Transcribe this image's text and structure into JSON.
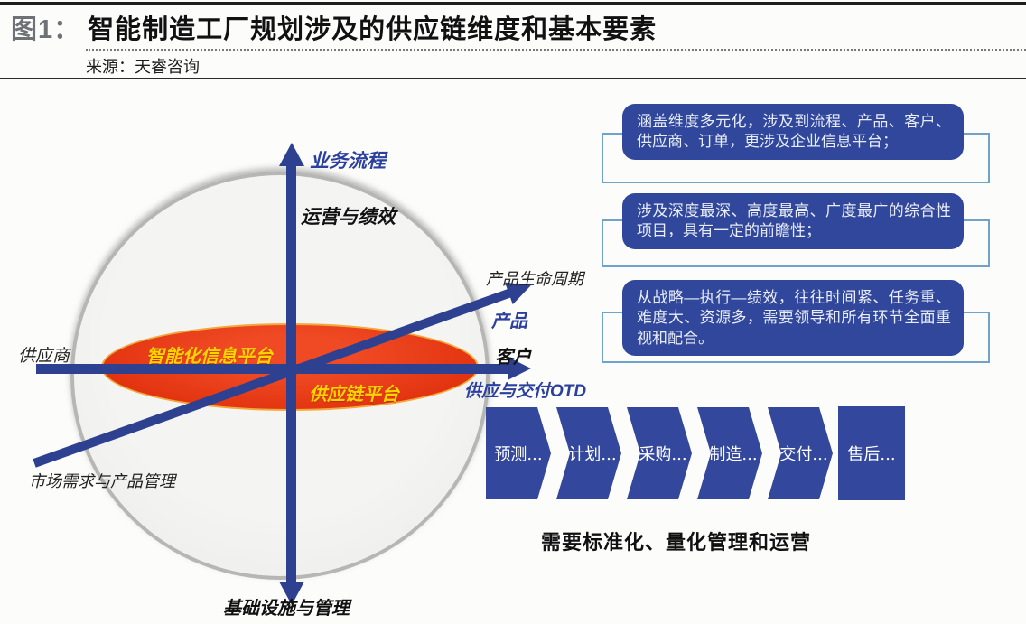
{
  "header": {
    "figure_label": "图1：",
    "title": "智能制造工厂规划涉及的供应链维度和基本要素",
    "source": "来源：天睿咨询"
  },
  "diagram": {
    "axis_labels": {
      "vertical_top": "业务流程",
      "vertical_bottom": "基础设施与管理",
      "horizontal_left": "供应商",
      "horizontal_right_top": "客户",
      "horizontal_right_bottom": "供应与交付OTD",
      "diagonal_top": "产品生命周期",
      "diagonal_top_sub": "产品",
      "diagonal_bottom": "市场需求与产品管理",
      "inner_top": "运营与绩效"
    },
    "ellipse": {
      "label_top": "智能化信息平台",
      "label_bottom": "供应链平台"
    },
    "notes": [
      "涵盖维度多元化，涉及到流程、产品、客户、供应商、订单，更涉及企业信息平台；",
      "涉及深度最深、高度最高、广度最广的综合性项目，具有一定的前瞻性；",
      "从战略—执行—绩效，往往时间紧、任务重、难度大、资源多，需要领导和所有环节全面重视和配合。"
    ],
    "process_flow": [
      "预测...",
      "计划...",
      "采购...",
      "制造...",
      "交付...",
      "售后..."
    ],
    "flow_caption": "需要标准化、量化管理和运营"
  },
  "colors": {
    "axis_blue": "#2e4191",
    "note_box_blue": "#31479b",
    "bracket_blue": "#6fa3c9",
    "ellipse_red": "#e2330f",
    "ellipse_rim_yellow": "#f2a93c",
    "platform_text_yellow": "#ffd400",
    "axis_label_blue": "#2b3f9e",
    "figure_label_gray": "#6e7176",
    "sphere_fill": "#f2f2f0"
  }
}
